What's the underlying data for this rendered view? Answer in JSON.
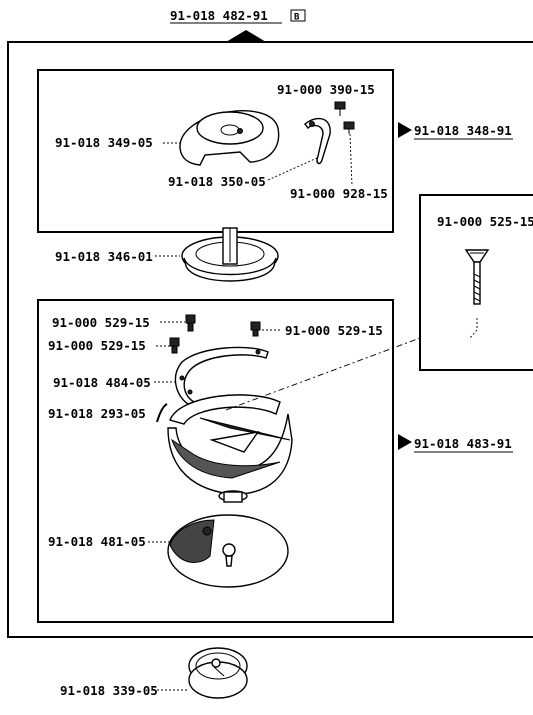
{
  "assembly": {
    "number": "91-018 482-91",
    "badge": "B"
  },
  "groups": [
    {
      "ref": "91-018 348-91"
    },
    {
      "ref": "91-018 483-91"
    }
  ],
  "parts": [
    {
      "number": "91-000 390-15"
    },
    {
      "number": "91-018 349-05"
    },
    {
      "number": "91-018 350-05"
    },
    {
      "number": "91-000 928-15"
    },
    {
      "number": "91-018 346-01"
    },
    {
      "number": "91-000 525-15"
    },
    {
      "number": "91-000 529-15"
    },
    {
      "number": "91-000 529-15"
    },
    {
      "number": "91-000 529-15"
    },
    {
      "number": "91-018 484-05"
    },
    {
      "number": "91-018 293-05"
    },
    {
      "number": "91-018 481-05"
    },
    {
      "number": "91-018 339-05"
    }
  ]
}
